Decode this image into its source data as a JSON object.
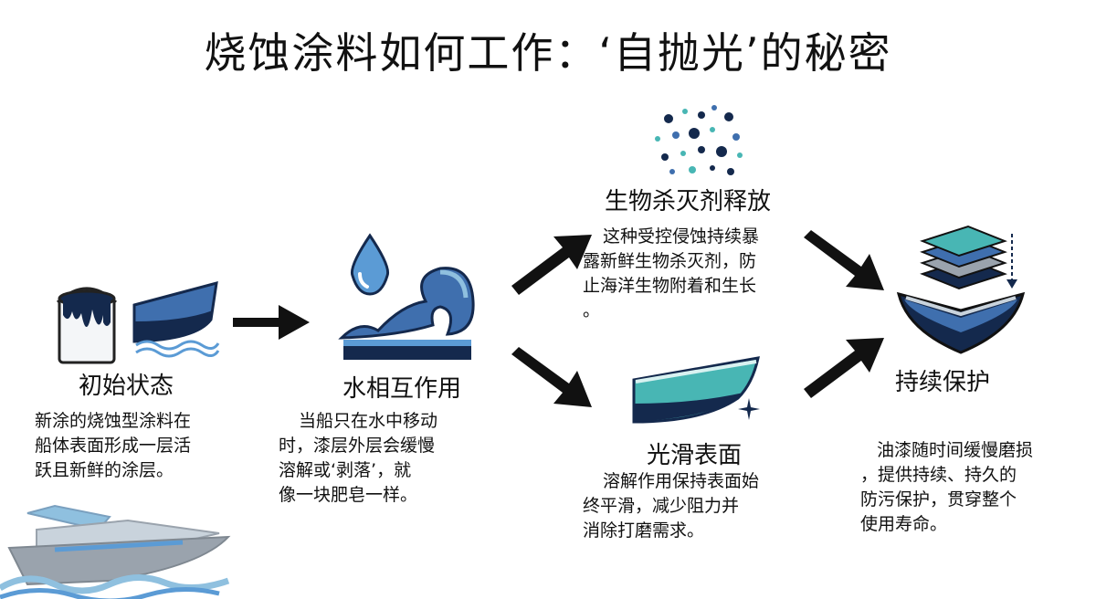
{
  "title": "烧蚀涂料如何工作：‘自抛光’的秘密",
  "steps": {
    "initial": {
      "title": "初始状态",
      "lines": [
        "新涂的烧蚀型涂料在",
        "船体表面形成一层活",
        "跃且新鲜的涂层。"
      ]
    },
    "interaction": {
      "title": "水相互作用",
      "lines": [
        "当船只在水中移动",
        "时，漆层外层会缓慢",
        "溶解或‘剥落’，就",
        "像一块肥皂一样。"
      ]
    },
    "biocide": {
      "title": "生物杀灭剂释放",
      "lines": [
        "这种受控侵蚀持续暴",
        "露新鲜生物杀灭剂，防",
        "止海洋生物附着和生长",
        "。"
      ]
    },
    "smooth": {
      "title": "光滑表面",
      "lines": [
        "溶解作用保持表面始",
        "终平滑，减少阻力并",
        "消除打磨需求。"
      ]
    },
    "protection": {
      "title": "持续保护",
      "lines": [
        "油漆随时间缓慢磨损",
        "，提供持续、持久的",
        "防污保护，贯穿整个",
        "使用寿命。"
      ]
    }
  },
  "colors": {
    "navy": "#14294d",
    "blue": "#3f6fae",
    "teal": "#48b6b4",
    "light_blue": "#8fc0df",
    "gray": "#9aa3ad",
    "arrow": "#111111"
  }
}
